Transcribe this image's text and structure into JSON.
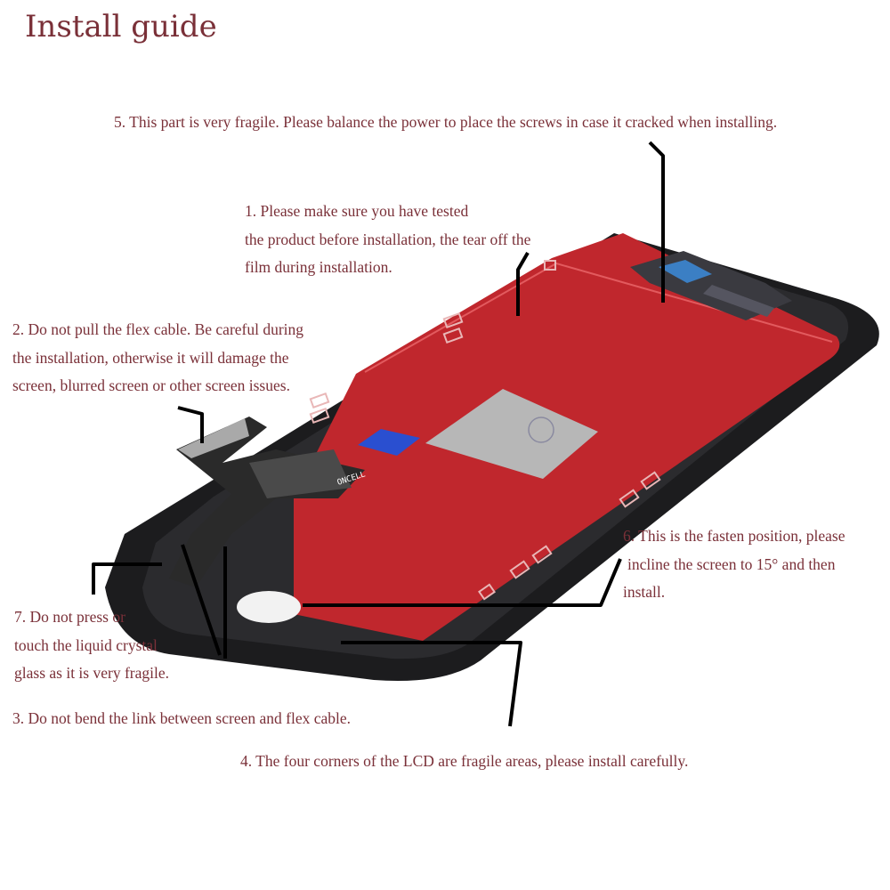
{
  "title": "Install guide",
  "colors": {
    "text": "#7a3038",
    "frame": "#1c1c1e",
    "lcd": "#c0272d",
    "shield": "#b7b7b7",
    "flex": "#2a2a2a",
    "leader": "#000000"
  },
  "notes": {
    "n1": [
      "1. Please make sure you have tested",
      "the product before installation, the tear off the",
      "film during installation."
    ],
    "n2": [
      "2. Do not pull the flex cable. Be careful during",
      "the installation, otherwise it will damage the",
      "screen, blurred screen or other screen issues."
    ],
    "n3": [
      "3. Do not bend the link between screen and flex cable."
    ],
    "n4": [
      "4. The four corners of the LCD are fragile areas, please install carefully."
    ],
    "n5": [
      "5. This part is very fragile. Please balance the power to place the screws in case it cracked when installing."
    ],
    "n6": [
      "6. This is the fasten position, please",
      "incline the screen to 15° and then",
      "install."
    ],
    "n7": [
      "7. Do not press or",
      "touch the liquid crystal",
      "glass as it is very fragile."
    ]
  },
  "icons": {
    "flex_label": "ONCELL"
  }
}
